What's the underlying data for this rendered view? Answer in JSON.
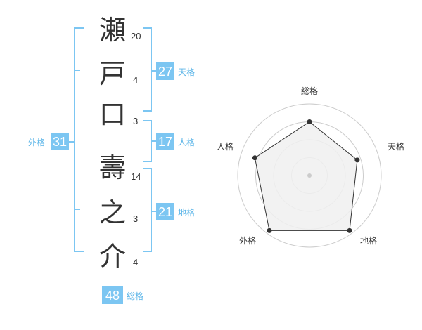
{
  "colors": {
    "accent": "#5bb5e8",
    "accent_box": "#7cc6f2",
    "text": "#333333",
    "ring": "#cccccc",
    "radar_fill": "#f0f0f0"
  },
  "name": {
    "characters": [
      {
        "char": "瀬",
        "strokes": "20"
      },
      {
        "char": "戸",
        "strokes": "4"
      },
      {
        "char": "口",
        "strokes": "3"
      },
      {
        "char": "壽",
        "strokes": "14"
      },
      {
        "char": "之",
        "strokes": "3"
      },
      {
        "char": "介",
        "strokes": "4"
      }
    ]
  },
  "fortune": {
    "tenkaku": {
      "value": "27",
      "label": "天格"
    },
    "jinkaku": {
      "value": "17",
      "label": "人格"
    },
    "chikaku": {
      "value": "21",
      "label": "地格"
    },
    "gaikaku": {
      "value": "31",
      "label": "外格"
    },
    "soukaku": {
      "value": "48",
      "label": "総格"
    }
  },
  "chart_data": {
    "type": "radar",
    "axes": [
      "総格",
      "天格",
      "地格",
      "外格",
      "人格"
    ],
    "values": [
      0.75,
      0.7,
      0.95,
      0.95,
      0.8
    ],
    "max": 1,
    "rings": 4
  }
}
